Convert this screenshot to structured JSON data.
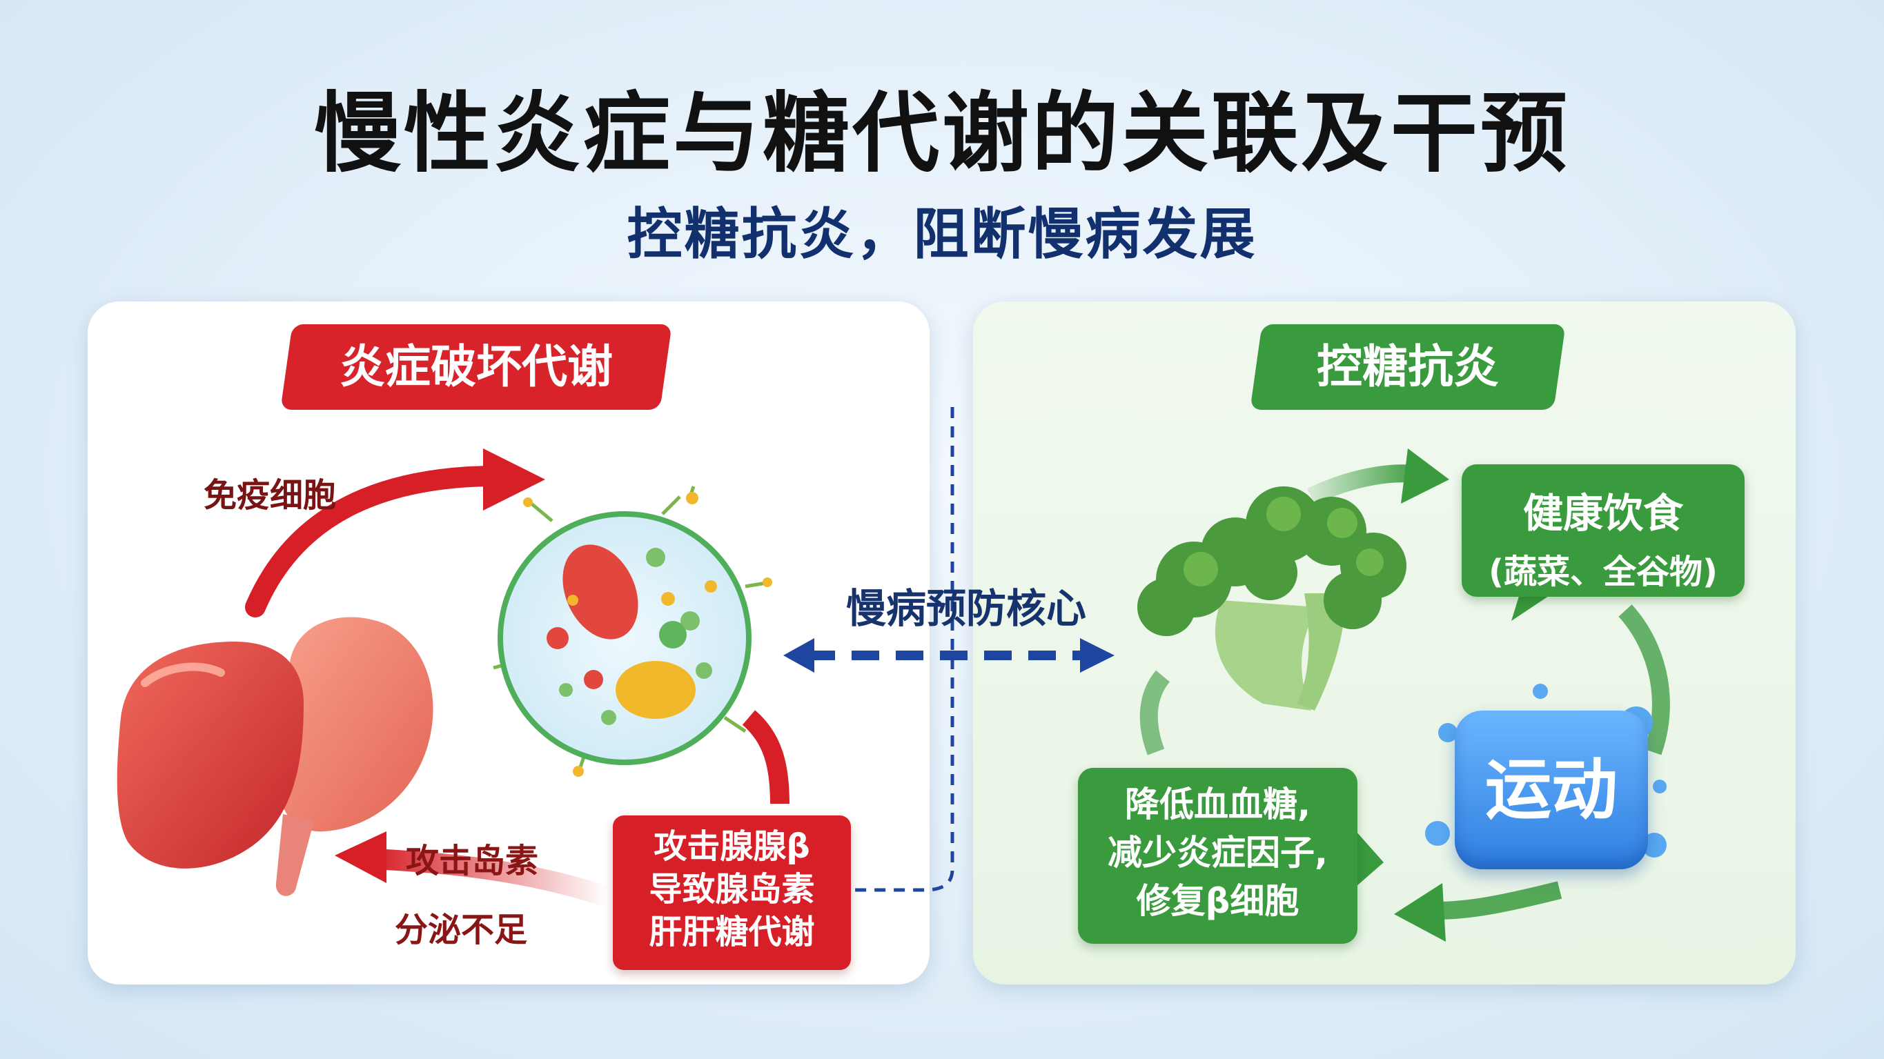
{
  "title": "慢性炎症与糖代谢的关联及干预",
  "subtitle": "控糖抗炎，阻断慢病发展",
  "left_panel": {
    "banner": "炎症破坏代谢",
    "arrow_label_top": "免疫细胞",
    "arrow_label_bottom_1": "攻击岛素",
    "arrow_label_bottom_2": "分泌不足",
    "box_lines": [
      "攻击腺腺β",
      "导致腺岛素",
      "肝肝糖代谢"
    ]
  },
  "center_label": "慢病预防核心",
  "right_panel": {
    "banner": "控糖抗炎",
    "diet_line_1": "健康饮食",
    "diet_line_2": "(蔬菜、全谷物)",
    "exercise": "运动",
    "result_lines": [
      "降低血血糖,",
      "减少炎症因子,",
      "修复β细胞"
    ]
  },
  "colors": {
    "red": "#d61f26",
    "green": "#3a9a3e",
    "navy": "#17336e",
    "blue": "#2f7fe0"
  }
}
